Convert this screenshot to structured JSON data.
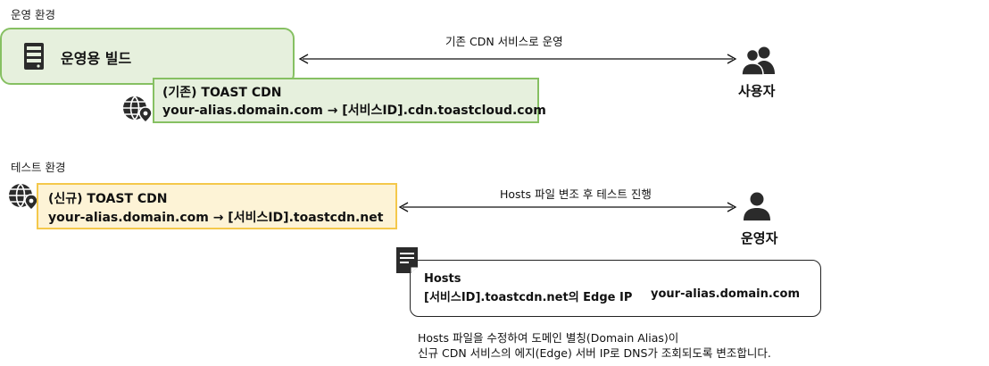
{
  "production": {
    "section_label": "운영 환경",
    "build_label": "운영용 빌드",
    "cdn_line1": "(기존) TOAST CDN",
    "cdn_line2": "your-alias.domain.com → [서비스ID].cdn.toastcloud.com",
    "arrow_label": "기존 CDN 서비스로 운영",
    "actor_label": "사용자",
    "icons": [
      "server-icon",
      "globe-icon",
      "users-icon"
    ]
  },
  "test": {
    "section_label": "테스트 환경",
    "cdn_line1": "(신규) TOAST CDN",
    "cdn_line2": "your-alias.domain.com  → [서비스ID].toastcdn.net",
    "arrow_label": "Hosts 파일 변조 후 테스트 진행",
    "actor_label": "운영자",
    "icons": [
      "globe-icon",
      "user-icon",
      "document-icon"
    ]
  },
  "hosts": {
    "title": "Hosts",
    "entry_ip": "[서비스ID].toastcdn.net의 Edge IP",
    "entry_domain": "your-alias.domain.com"
  },
  "note": {
    "line1": "Hosts 파일을 수정하여 도메인 별칭(Domain Alias)이",
    "line2": "신규 CDN 서비스의 에지(Edge) 서버 IP로 DNS가 조회되도록 변조합니다."
  },
  "colors": {
    "green_fill": "#e6f0dd",
    "green_border": "#86c062",
    "yellow_fill": "#fdf3d6",
    "yellow_border": "#f4c84b",
    "icon": "#2b2b2b"
  }
}
